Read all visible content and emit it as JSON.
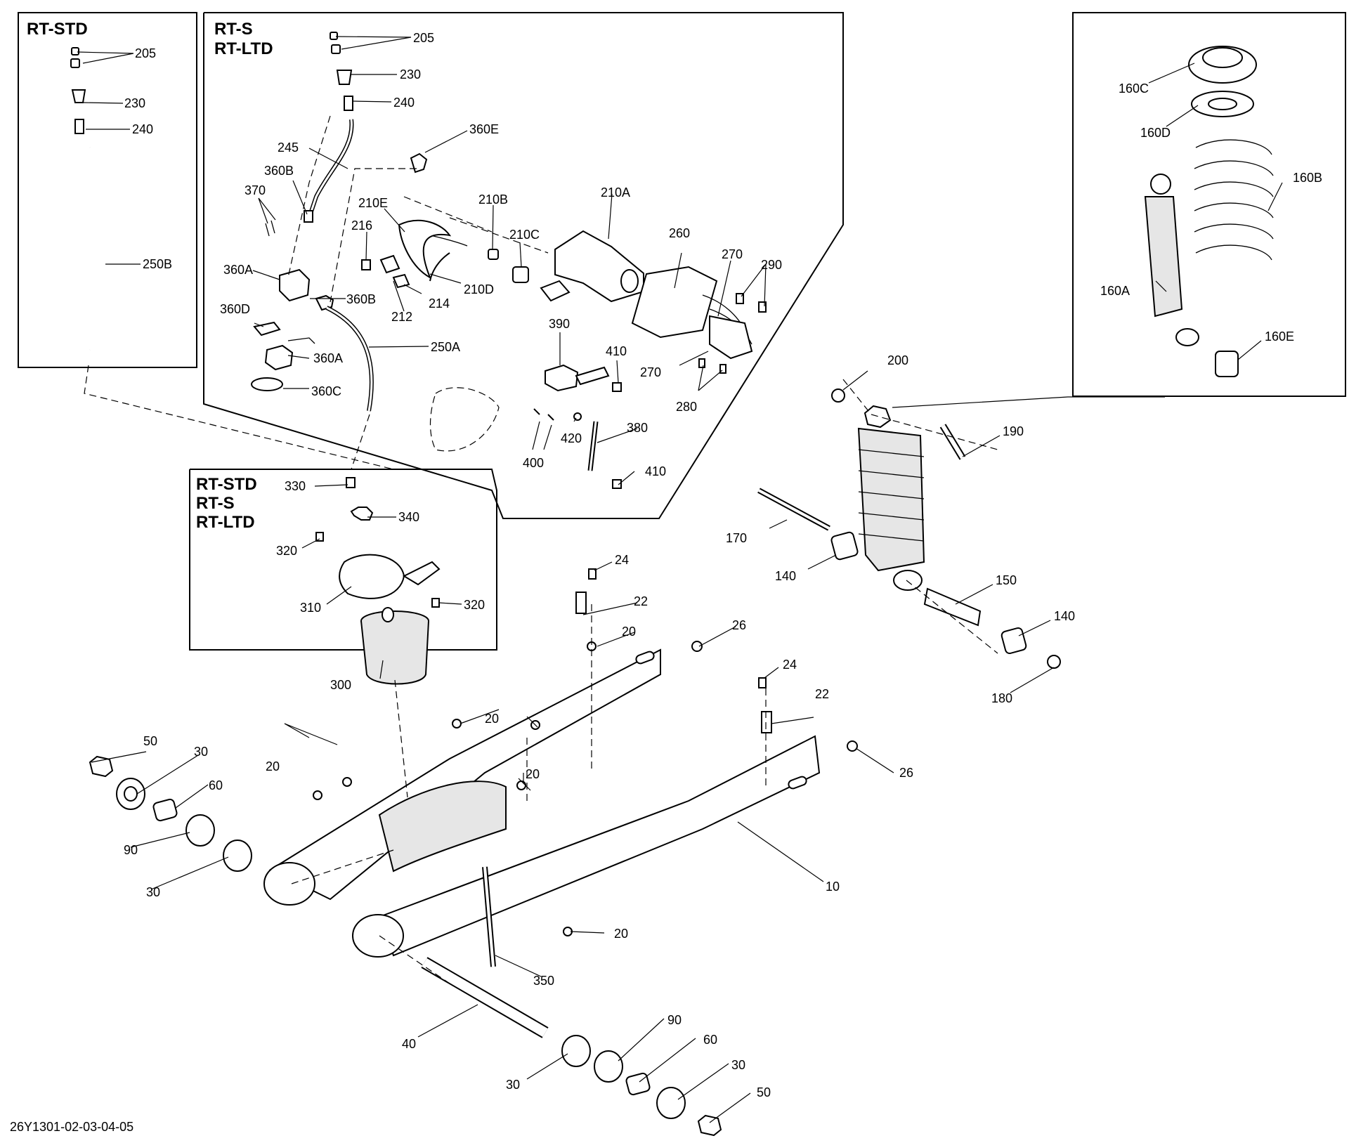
{
  "diagram": {
    "id_code": "26Y1301-02-03-04-05",
    "panels": {
      "rt_std": {
        "title_lines": [
          "RT-STD"
        ]
      },
      "rt_s_ltd": {
        "title_lines": [
          "RT-S",
          "RT-LTD"
        ]
      },
      "air_shock": {
        "title_lines": [
          "RT-STD",
          "RT-S",
          "RT-LTD"
        ]
      }
    },
    "labels": {
      "p205a": "205",
      "p230a": "230",
      "p240a": "240",
      "p250b": "250B",
      "p205b": "205",
      "p230b": "230",
      "p240b": "240",
      "p245": "245",
      "p360e": "360E",
      "p360b1": "360B",
      "p370": "370",
      "p210e": "210E",
      "p210b": "210B",
      "p210a": "210A",
      "p216": "216",
      "p210c": "210C",
      "p260": "260",
      "p270a": "270",
      "p290": "290",
      "p360a1": "360A",
      "p360b2": "360B",
      "p212": "212",
      "p214": "214",
      "p210d": "210D",
      "p360d": "360D",
      "p360a2": "360A",
      "p250a": "250A",
      "p360c": "360C",
      "p390": "390",
      "p410a": "410",
      "p270b": "270",
      "p280": "280",
      "p420": "420",
      "p380": "380",
      "p400": "400",
      "p410b": "410",
      "p160c": "160C",
      "p160d": "160D",
      "p160b": "160B",
      "p160a": "160A",
      "p160e": "160E",
      "p200": "200",
      "p190": "190",
      "p170": "170",
      "p140a": "140",
      "p150": "150",
      "p140b": "140",
      "p180": "180",
      "p330": "330",
      "p340": "340",
      "p320a": "320",
      "p310": "310",
      "p320b": "320",
      "p300": "300",
      "p24a": "24",
      "p22a": "22",
      "p20a": "20",
      "p26a": "26",
      "p24b": "24",
      "p22b": "22",
      "p20b": "20",
      "p20c": "20",
      "p20d": "20",
      "p26b": "26",
      "p50a": "50",
      "p30a": "30",
      "p60a": "60",
      "p90a": "90",
      "p30b": "30",
      "p10": "10",
      "p20e": "20",
      "p350": "350",
      "p40": "40",
      "p90b": "90",
      "p60b": "60",
      "p30c": "30",
      "p50b": "50",
      "p30d": "30"
    }
  }
}
